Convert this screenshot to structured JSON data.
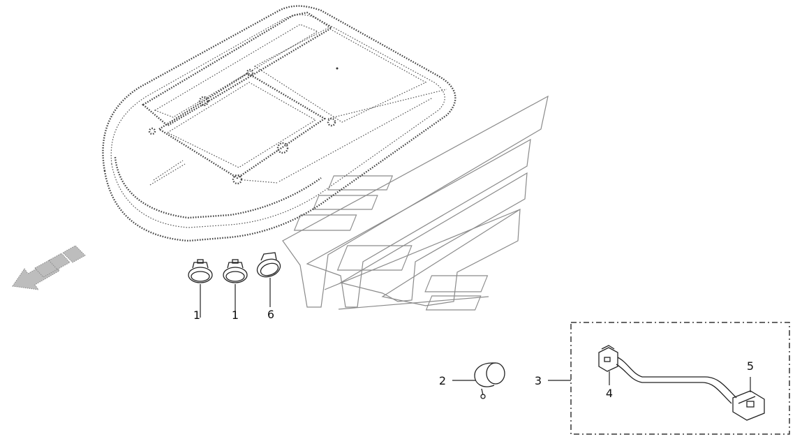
{
  "callouts": [
    {
      "id": "p1a",
      "label": "1"
    },
    {
      "id": "p1b",
      "label": "1"
    },
    {
      "id": "p6",
      "label": "6"
    },
    {
      "id": "p2",
      "label": "2"
    },
    {
      "id": "p3",
      "label": "3"
    },
    {
      "id": "p4",
      "label": "4"
    },
    {
      "id": "p5",
      "label": "5"
    }
  ],
  "icons": {
    "direction_arrow": "front-direction-arrow-icon",
    "logo": "manufacturer-logo-watermark"
  },
  "colors": {
    "line": "#222222",
    "dotted": "#555555",
    "watermark": "#8a8a8a",
    "arrow_fill": "#bdbdbd"
  }
}
